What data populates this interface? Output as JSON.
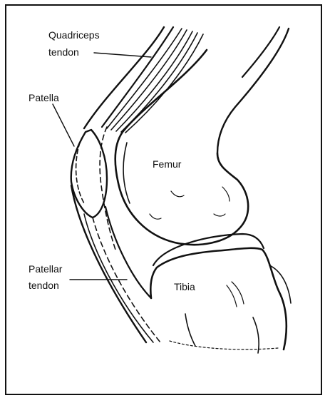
{
  "labels": {
    "quadriceps_tendon_line1": "Quadriceps",
    "quadriceps_tendon_line2": "tendon",
    "patella": "Patella",
    "femur": "Femur",
    "patellar_tendon_line1": "Patellar",
    "patellar_tendon_line2": "tendon",
    "tibia": "Tibia"
  },
  "colors": {
    "ink": "#111111",
    "background": "#ffffff"
  }
}
